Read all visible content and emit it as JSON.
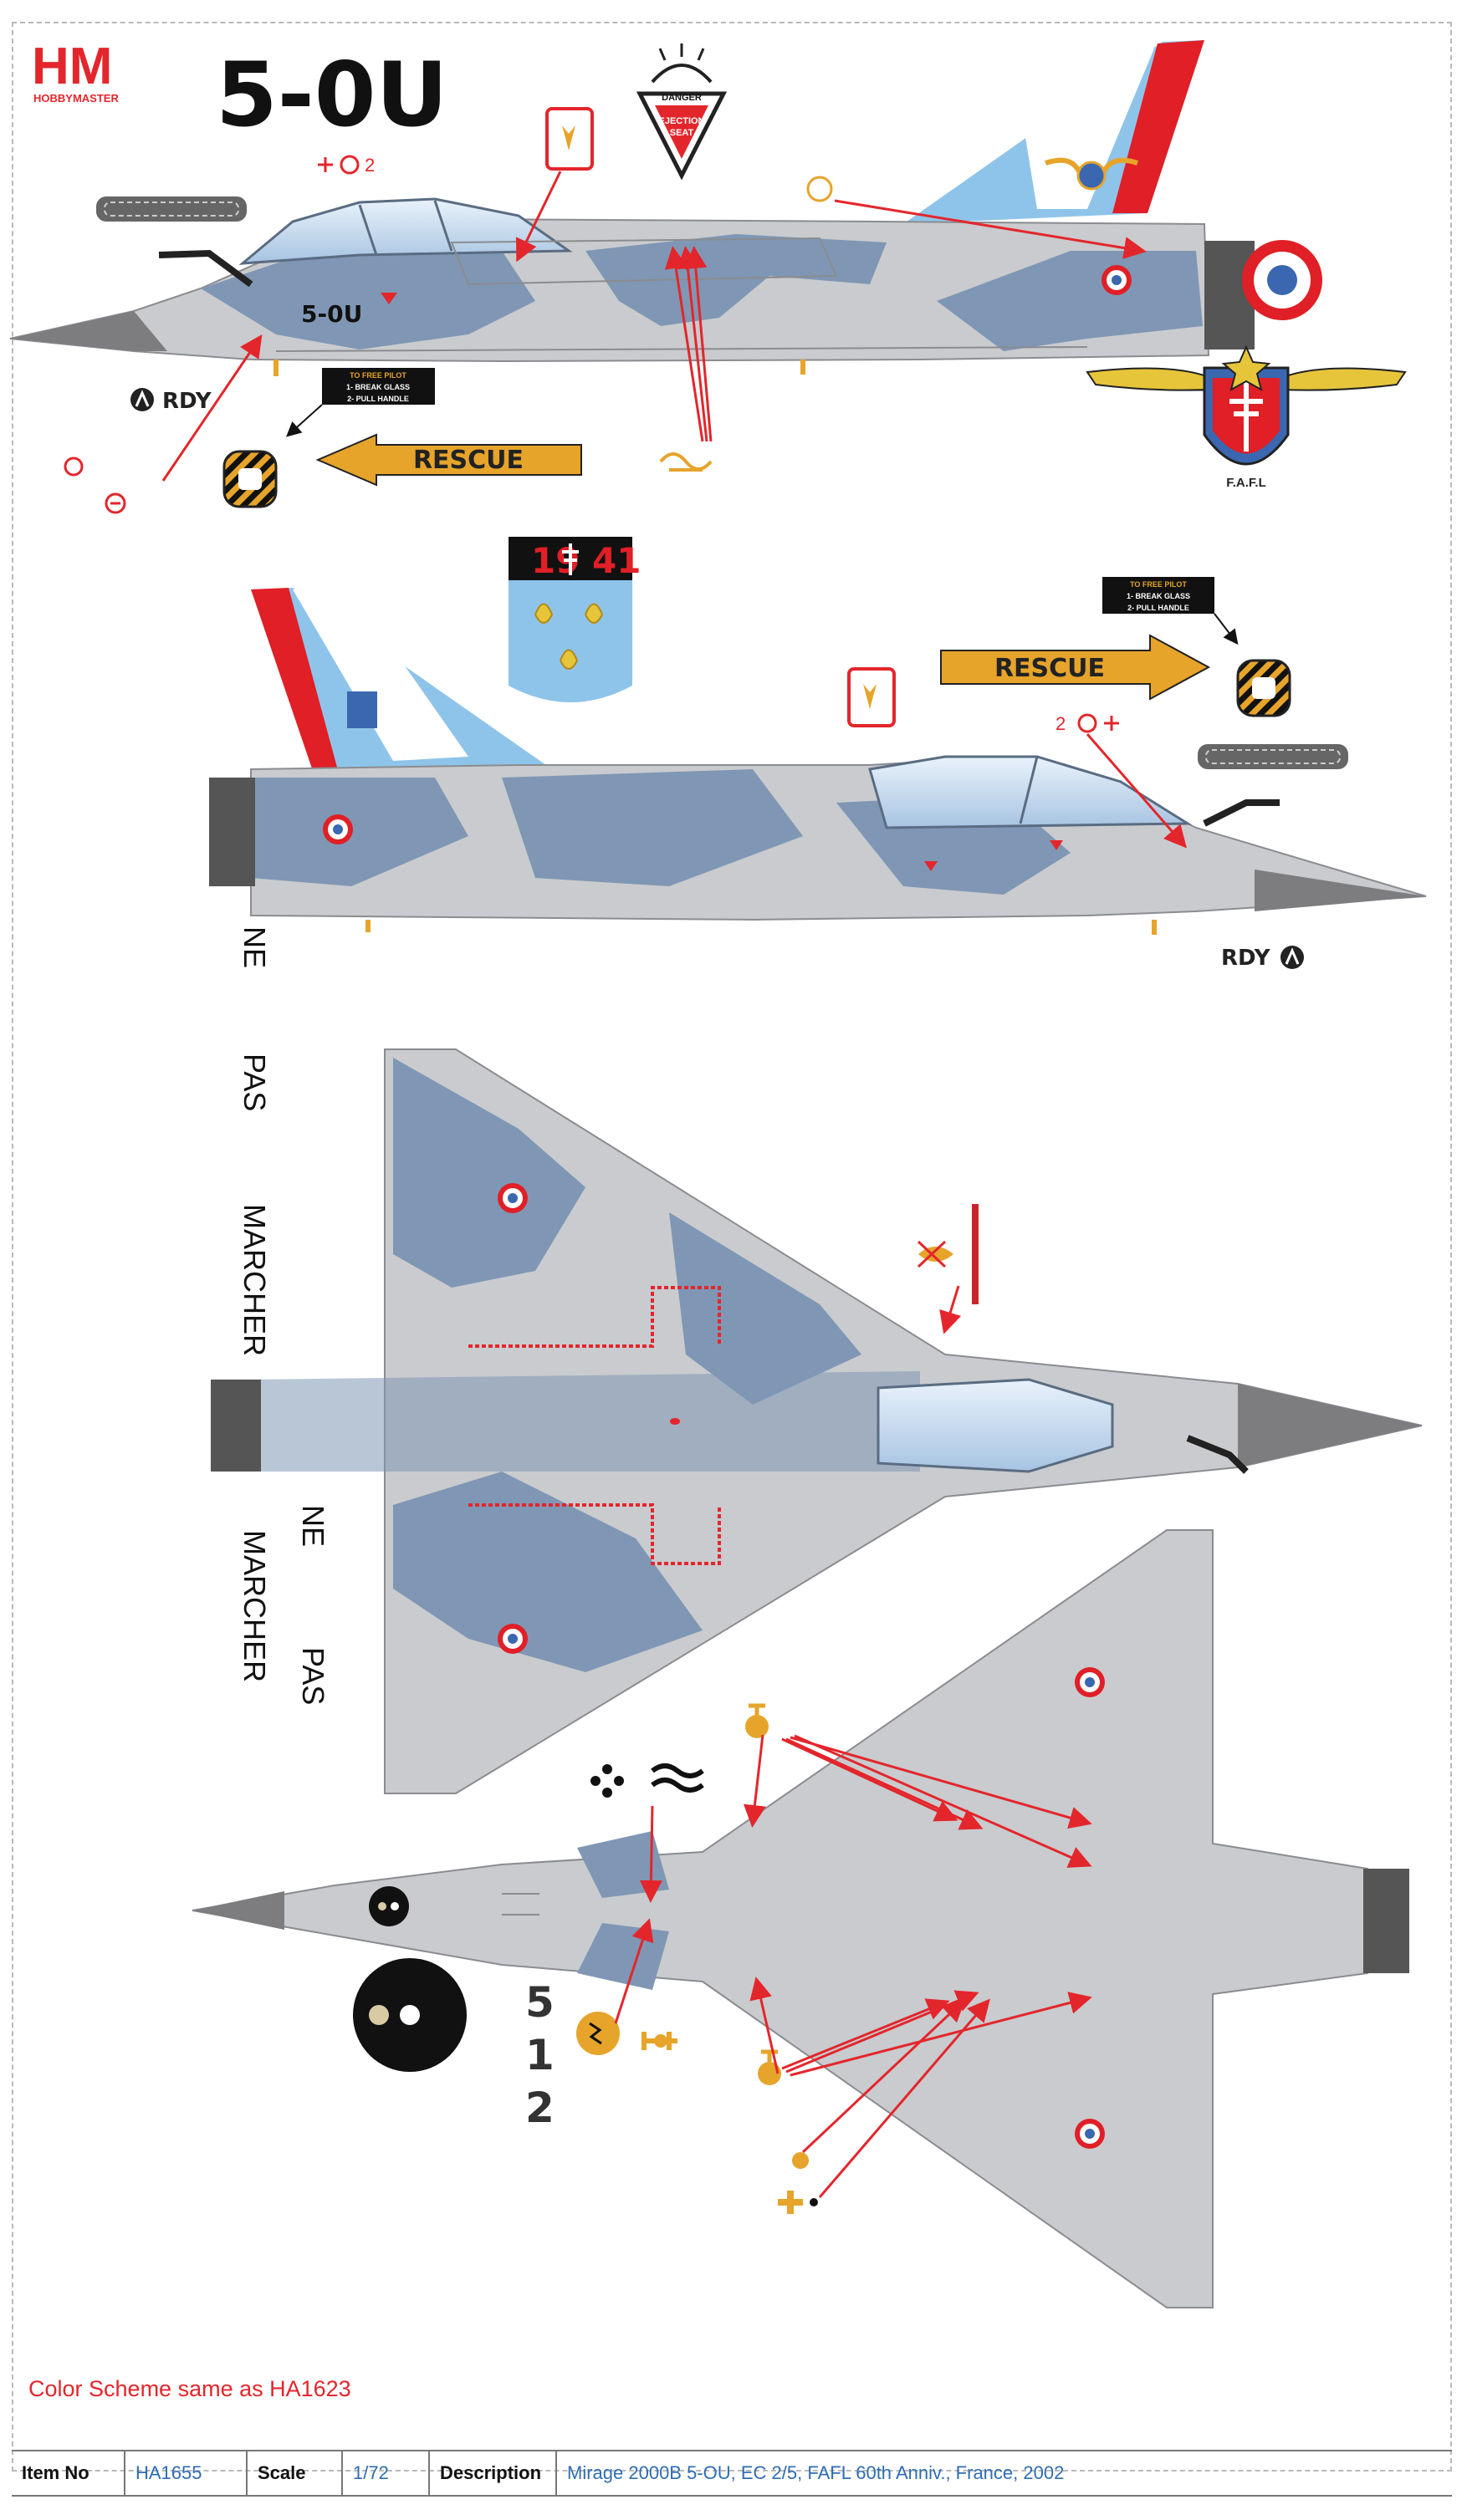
{
  "brand": {
    "logo_letters": "HM",
    "logo_sub": "HOBBYMASTER"
  },
  "codes": {
    "big_code": "5-0U",
    "nose_code": "5-0U",
    "ventral_digits": [
      "5",
      "1",
      "2"
    ]
  },
  "stencils": {
    "rescue": "RESCUE",
    "free_pilot": [
      "TO FREE PILOT",
      "1- BREAK GLASS",
      "2- PULL HANDLE"
    ],
    "rdy": "RDY",
    "danger": [
      "DANGER",
      "EJECTION",
      "SEAT"
    ],
    "walkway": [
      "NE",
      "PAS",
      "MARCHER"
    ],
    "badge_year_left": "19",
    "badge_year_right": "41",
    "fafl": "F.A.F.L",
    "marker_2": "2"
  },
  "note": "Color Scheme same as HA1623",
  "footer": {
    "item_label": "Item No",
    "item_value": "HA1655",
    "scale_label": "Scale",
    "scale_value": "1/72",
    "desc_label": "Description",
    "desc_value": "Mirage 2000B 5-OU, EC 2/5, FAFL 60th Anniv., France, 2002"
  },
  "colors": {
    "light_grey": "#c9cbce",
    "camo_blue": "#7f97b4",
    "dark_nose": "#7d7d80",
    "tail_blue": "#8fc4ea",
    "tail_red": "#e01f26",
    "roundel_blue": "#3a67b0",
    "rescue_yellow": "#e6a42b",
    "arrow_red": "#e3262c",
    "link_blue": "#2f6db3"
  },
  "icons": [
    "roundel-icon",
    "fafl-wings-badge-icon",
    "lorraine-cross-shield-icon",
    "fleur-de-lis-shield-icon",
    "danger-triangle-icon",
    "rescue-arrow-icon",
    "canopy-handle-icon"
  ]
}
